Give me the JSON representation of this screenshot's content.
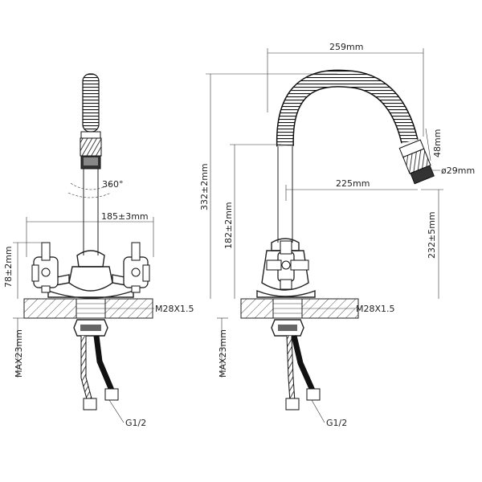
{
  "dimensions": {
    "width_top": "259mm",
    "height_total": "332±2mm",
    "height_spout": "182±2mm",
    "height_outlet": "232±5mm",
    "handle_spread": "185±3mm",
    "handle_height": "78±2mm",
    "reach": "225mm",
    "nozzle_length": "48mm",
    "nozzle_diameter": "ø29mm",
    "thread_left": "M28X1.5",
    "thread_right": "M28X1.5",
    "max_thickness_left": "MAX23mm",
    "max_thickness_right": "MAX23mm",
    "hose_left": "G1/2",
    "hose_right": "G1/2",
    "rotation": "360°"
  },
  "colors": {
    "ink": "#222222",
    "hatch": "#555555",
    "background": "#ffffff"
  }
}
